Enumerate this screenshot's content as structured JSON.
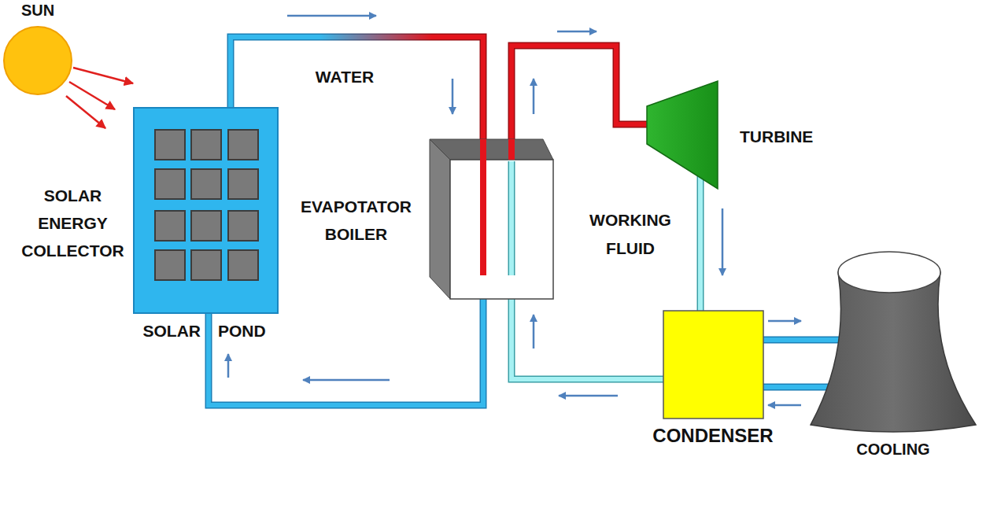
{
  "diagram": {
    "nodes": [
      {
        "text": [
          "SUN"
        ]
      },
      {
        "text": [
          "SOLAR ENERGY COLLECTOR",
          "SOLAR",
          "POND"
        ]
      },
      {
        "text": [
          "EVAPOTATOR BOILER"
        ]
      },
      {
        "text": [
          "TURBINE"
        ]
      },
      {
        "text": [
          "CONDENSER"
        ]
      },
      {
        "text": [
          "COOLING"
        ]
      }
    ],
    "edges": [
      {
        "from": 0,
        "to": 1,
        "arrow": "to"
      },
      {
        "from": 1,
        "to": 2,
        "arrow": "none"
      },
      {
        "from": 2,
        "to": 1,
        "arrow": "none"
      },
      {
        "from": 2,
        "to": 3,
        "arrow": "none"
      },
      {
        "from": 3,
        "to": 4,
        "arrow": "none"
      },
      {
        "from": 4,
        "to": 2,
        "arrow": "none"
      },
      {
        "from": 4,
        "to": 5,
        "arrow": "none"
      },
      {
        "from": 5,
        "to": 4,
        "arrow": "none"
      }
    ],
    "labels": [
      "WATER",
      "WORKING FLUID"
    ]
  }
}
